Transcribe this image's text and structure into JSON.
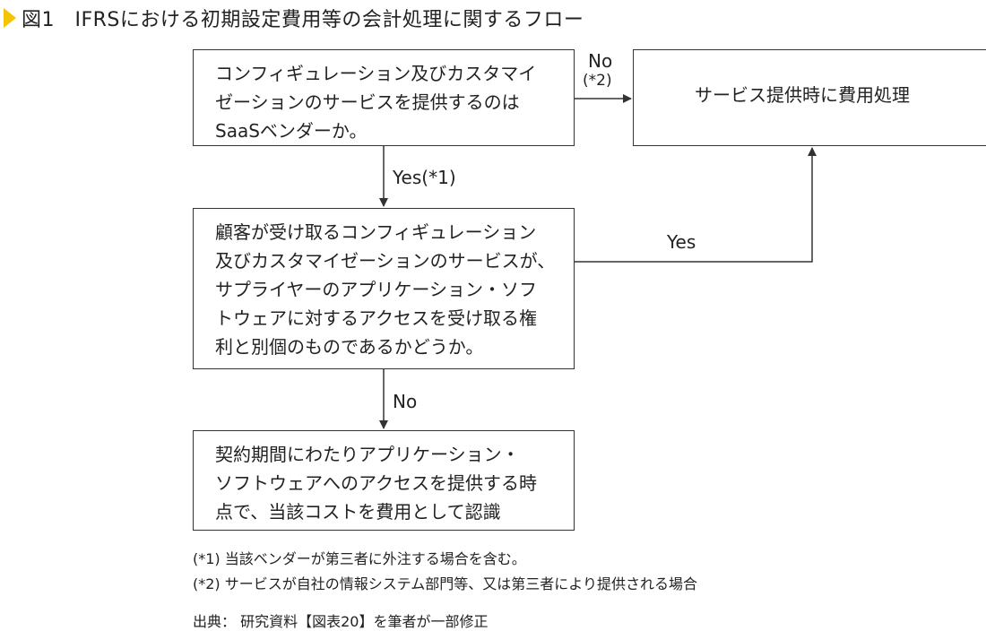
{
  "title": "図1　IFRSにおける初期設定費用等の会計処理に関するフロー",
  "boxes": {
    "q1": "コンフィギュレーション及びカスタマイ\nゼーションのサービスを提供するのは\nSaaSベンダーか。",
    "q2": "顧客が受け取るコンフィギュレーション\n及びカスタマイゼーションのサービスが、\nサプライヤーのアプリケーション・ソフ\nトウェアに対するアクセスを受け取る権\n利と別個のものであるかどうか。",
    "result_recognize": "契約期間にわたりアプリケーション・\nソフトウェアへのアクセスを提供する時\n点で、当該コストを費用として認識",
    "result_expense": "サービス提供時に費用処理"
  },
  "edges": {
    "q1_no": "No",
    "q1_no_note": "(*2)",
    "q1_yes": "Yes(*1)",
    "q2_yes": "Yes",
    "q2_no": "No"
  },
  "notes": [
    "(*1) 当該ベンダーが第三者に外注する場合を含む。",
    "(*2) サービスが自社の情報システム部門等、又は第三者により提供される場合"
  ],
  "source": "出典： 研究資料【図表20】を筆者が一部修正",
  "colors": {
    "accent": "#f5c400",
    "line": "#333333"
  }
}
